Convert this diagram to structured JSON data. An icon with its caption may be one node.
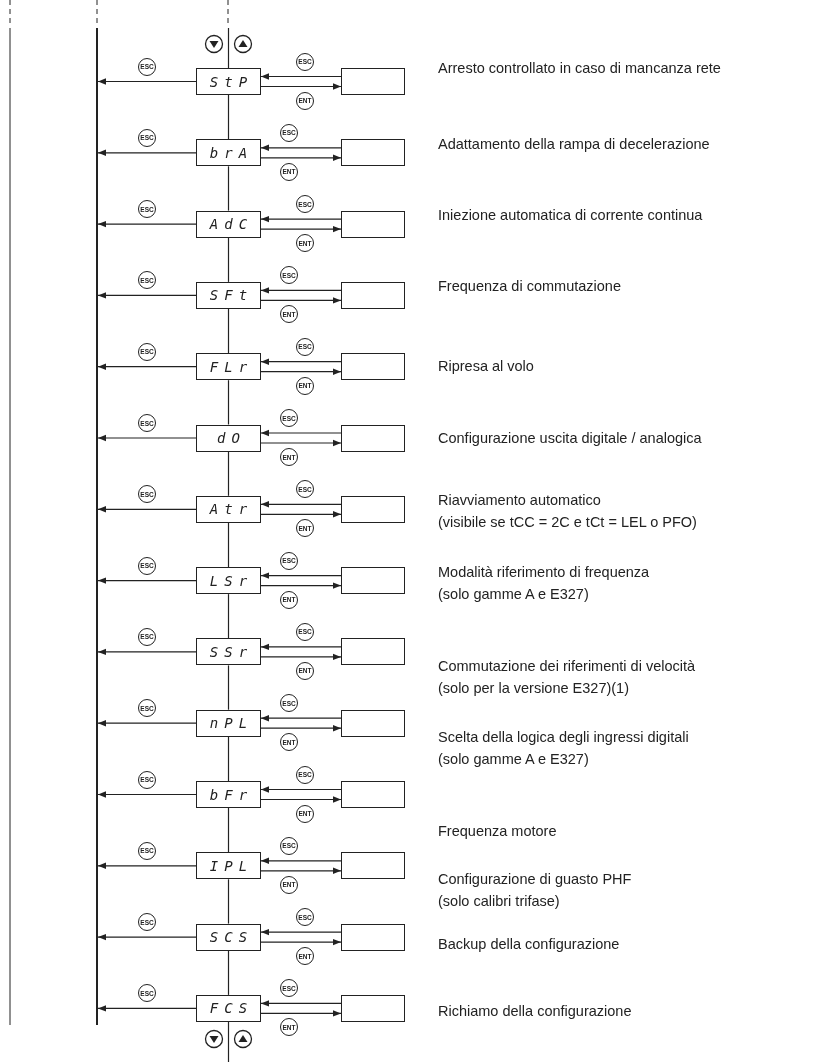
{
  "diagram": {
    "nodes": [
      {
        "text": [],
        "shape": "bar"
      },
      {
        "text": [
          "StP"
        ]
      },
      {
        "text": [],
        "shape": "box",
        "beside": [
          "Arresto controllato in caso di mancanza rete"
        ]
      },
      {
        "text": [
          "brA"
        ]
      },
      {
        "text": [],
        "shape": "box",
        "beside": [
          "Adattamento della rampa di decelerazione"
        ]
      },
      {
        "text": [
          "AdC"
        ]
      },
      {
        "text": [],
        "shape": "box",
        "beside": [
          "Iniezione automatica di corrente continua"
        ]
      },
      {
        "text": [
          "SFt"
        ]
      },
      {
        "text": [],
        "shape": "box",
        "beside": [
          "Frequenza di commutazione"
        ]
      },
      {
        "text": [
          "FLr"
        ]
      },
      {
        "text": [],
        "shape": "box",
        "beside": [
          "Ripresa al volo"
        ]
      },
      {
        "text": [
          "dO"
        ]
      },
      {
        "text": [],
        "shape": "box",
        "beside": [
          "Configurazione uscita digitale / analogica"
        ]
      },
      {
        "text": [
          "Atr"
        ]
      },
      {
        "text": [],
        "shape": "box",
        "beside": [
          "Riavviamento automatico",
          "(visibile se tCC = 2C e tCt = LEL o PFO)"
        ]
      },
      {
        "text": [
          "LSr"
        ]
      },
      {
        "text": [],
        "shape": "box",
        "beside": [
          "Modalità riferimento di frequenza",
          "(solo gamme A e E327)"
        ]
      },
      {
        "text": [
          "SSr"
        ]
      },
      {
        "text": [],
        "shape": "box",
        "beside": [
          "Commutazione dei riferimenti di velocità",
          "(solo per la versione E327)(1)"
        ]
      },
      {
        "text": [
          "nPL"
        ]
      },
      {
        "text": [],
        "shape": "box",
        "beside": [
          "Scelta della logica degli ingressi digitali",
          "(solo gamme A e E327)"
        ]
      },
      {
        "text": [
          "bFr"
        ]
      },
      {
        "text": [],
        "shape": "box",
        "beside": [
          "Frequenza motore"
        ]
      },
      {
        "text": [
          "IPL"
        ]
      },
      {
        "text": [],
        "shape": "box",
        "beside": [
          "Configurazione di guasto PHF",
          "(solo calibri trifase)"
        ]
      },
      {
        "text": [
          "SCS"
        ]
      },
      {
        "text": [],
        "shape": "box",
        "beside": [
          "Backup della configurazione"
        ]
      },
      {
        "text": [
          "FCS"
        ]
      },
      {
        "text": [],
        "shape": "box",
        "beside": [
          "Richiamo della configurazione"
        ]
      }
    ],
    "edges": [
      {
        "from": null,
        "to": 1,
        "arrow": "none"
      },
      {
        "from": 1,
        "to": 0,
        "arrow": "to",
        "label": "ESC"
      },
      {
        "from": 2,
        "to": 1,
        "arrow": "to",
        "label": "ESC"
      },
      {
        "from": 1,
        "to": 2,
        "arrow": "to",
        "label": "ENT"
      },
      {
        "from": 1,
        "to": 3,
        "arrow": "none"
      },
      {
        "from": 3,
        "to": 0,
        "arrow": "to",
        "label": "ESC"
      },
      {
        "from": 4,
        "to": 3,
        "arrow": "to",
        "label": "ESC"
      },
      {
        "from": 3,
        "to": 4,
        "arrow": "to",
        "label": "ENT"
      },
      {
        "from": 3,
        "to": 5,
        "arrow": "none"
      },
      {
        "from": 5,
        "to": 0,
        "arrow": "to",
        "label": "ESC"
      },
      {
        "from": 6,
        "to": 5,
        "arrow": "to",
        "label": "ESC"
      },
      {
        "from": 5,
        "to": 6,
        "arrow": "to",
        "label": "ENT"
      },
      {
        "from": 5,
        "to": 7,
        "arrow": "none"
      },
      {
        "from": 7,
        "to": 0,
        "arrow": "to",
        "label": "ESC"
      },
      {
        "from": 8,
        "to": 7,
        "arrow": "to",
        "label": "ESC"
      },
      {
        "from": 7,
        "to": 8,
        "arrow": "to",
        "label": "ENT"
      },
      {
        "from": 7,
        "to": 9,
        "arrow": "none"
      },
      {
        "from": 9,
        "to": 0,
        "arrow": "to",
        "label": "ESC"
      },
      {
        "from": 10,
        "to": 9,
        "arrow": "to",
        "label": "ESC"
      },
      {
        "from": 9,
        "to": 10,
        "arrow": "to",
        "label": "ENT"
      },
      {
        "from": 9,
        "to": 11,
        "arrow": "none"
      },
      {
        "from": 11,
        "to": 0,
        "arrow": "to",
        "label": "ESC"
      },
      {
        "from": 12,
        "to": 11,
        "arrow": "to",
        "label": "ESC"
      },
      {
        "from": 11,
        "to": 12,
        "arrow": "to",
        "label": "ENT"
      },
      {
        "from": 11,
        "to": 13,
        "arrow": "none"
      },
      {
        "from": 13,
        "to": 0,
        "arrow": "to",
        "label": "ESC"
      },
      {
        "from": 14,
        "to": 13,
        "arrow": "to",
        "label": "ESC"
      },
      {
        "from": 13,
        "to": 14,
        "arrow": "to",
        "label": "ENT"
      },
      {
        "from": 13,
        "to": 15,
        "arrow": "none"
      },
      {
        "from": 15,
        "to": 0,
        "arrow": "to",
        "label": "ESC"
      },
      {
        "from": 16,
        "to": 15,
        "arrow": "to",
        "label": "ESC"
      },
      {
        "from": 15,
        "to": 16,
        "arrow": "to",
        "label": "ENT"
      },
      {
        "from": 15,
        "to": 17,
        "arrow": "none"
      },
      {
        "from": 17,
        "to": 0,
        "arrow": "to",
        "label": "ESC"
      },
      {
        "from": 18,
        "to": 17,
        "arrow": "to",
        "label": "ESC"
      },
      {
        "from": 17,
        "to": 18,
        "arrow": "to",
        "label": "ENT"
      },
      {
        "from": 17,
        "to": 19,
        "arrow": "none"
      },
      {
        "from": 19,
        "to": 0,
        "arrow": "to",
        "label": "ESC"
      },
      {
        "from": 20,
        "to": 19,
        "arrow": "to",
        "label": "ESC"
      },
      {
        "from": 19,
        "to": 20,
        "arrow": "to",
        "label": "ENT"
      },
      {
        "from": 19,
        "to": 21,
        "arrow": "none"
      },
      {
        "from": 21,
        "to": 0,
        "arrow": "to",
        "label": "ESC"
      },
      {
        "from": 22,
        "to": 21,
        "arrow": "to",
        "label": "ESC"
      },
      {
        "from": 21,
        "to": 22,
        "arrow": "to",
        "label": "ENT"
      },
      {
        "from": 21,
        "to": 23,
        "arrow": "none"
      },
      {
        "from": 23,
        "to": 0,
        "arrow": "to",
        "label": "ESC"
      },
      {
        "from": 24,
        "to": 23,
        "arrow": "to",
        "label": "ESC"
      },
      {
        "from": 23,
        "to": 24,
        "arrow": "to",
        "label": "ENT"
      },
      {
        "from": 23,
        "to": 25,
        "arrow": "none"
      },
      {
        "from": 25,
        "to": 0,
        "arrow": "to",
        "label": "ESC"
      },
      {
        "from": 26,
        "to": 25,
        "arrow": "to",
        "label": "ESC"
      },
      {
        "from": 25,
        "to": 26,
        "arrow": "to",
        "label": "ENT"
      },
      {
        "from": 25,
        "to": 27,
        "arrow": "none"
      },
      {
        "from": 27,
        "to": 0,
        "arrow": "to",
        "label": "ESC"
      },
      {
        "from": 28,
        "to": 27,
        "arrow": "to",
        "label": "ESC"
      },
      {
        "from": 27,
        "to": 28,
        "arrow": "to",
        "label": "ENT"
      },
      {
        "from": 27,
        "to": null,
        "arrow": "none"
      }
    ]
  }
}
